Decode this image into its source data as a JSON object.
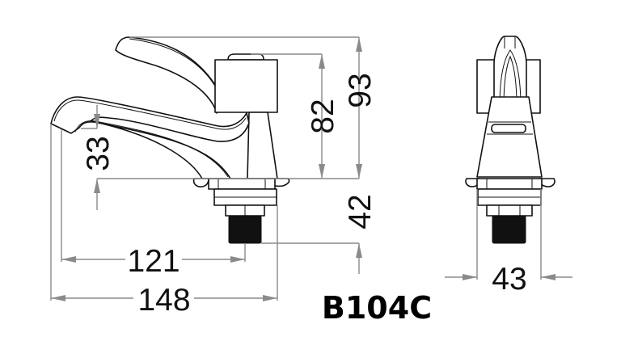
{
  "drawing": {
    "model_code": "B104C",
    "product": "pillar tap (single lever basin tap)",
    "units": "mm",
    "views": [
      {
        "name": "side view",
        "position": "left"
      },
      {
        "name": "front view",
        "position": "right"
      }
    ],
    "dimensions": {
      "total_height": {
        "label": "93",
        "orientation": "vertical"
      },
      "body_height": {
        "label": "82",
        "orientation": "vertical"
      },
      "spout_outlet_height": {
        "label": "33",
        "orientation": "vertical"
      },
      "shank_length": {
        "label": "42",
        "orientation": "vertical"
      },
      "spout_reach": {
        "label": "121",
        "orientation": "horizontal"
      },
      "overall_length": {
        "label": "148",
        "orientation": "horizontal"
      },
      "base_width": {
        "label": "43",
        "orientation": "horizontal"
      }
    },
    "colors": {
      "outline": "#111111",
      "dimension_line": "#8a8a8a",
      "background": "#ffffff"
    }
  }
}
